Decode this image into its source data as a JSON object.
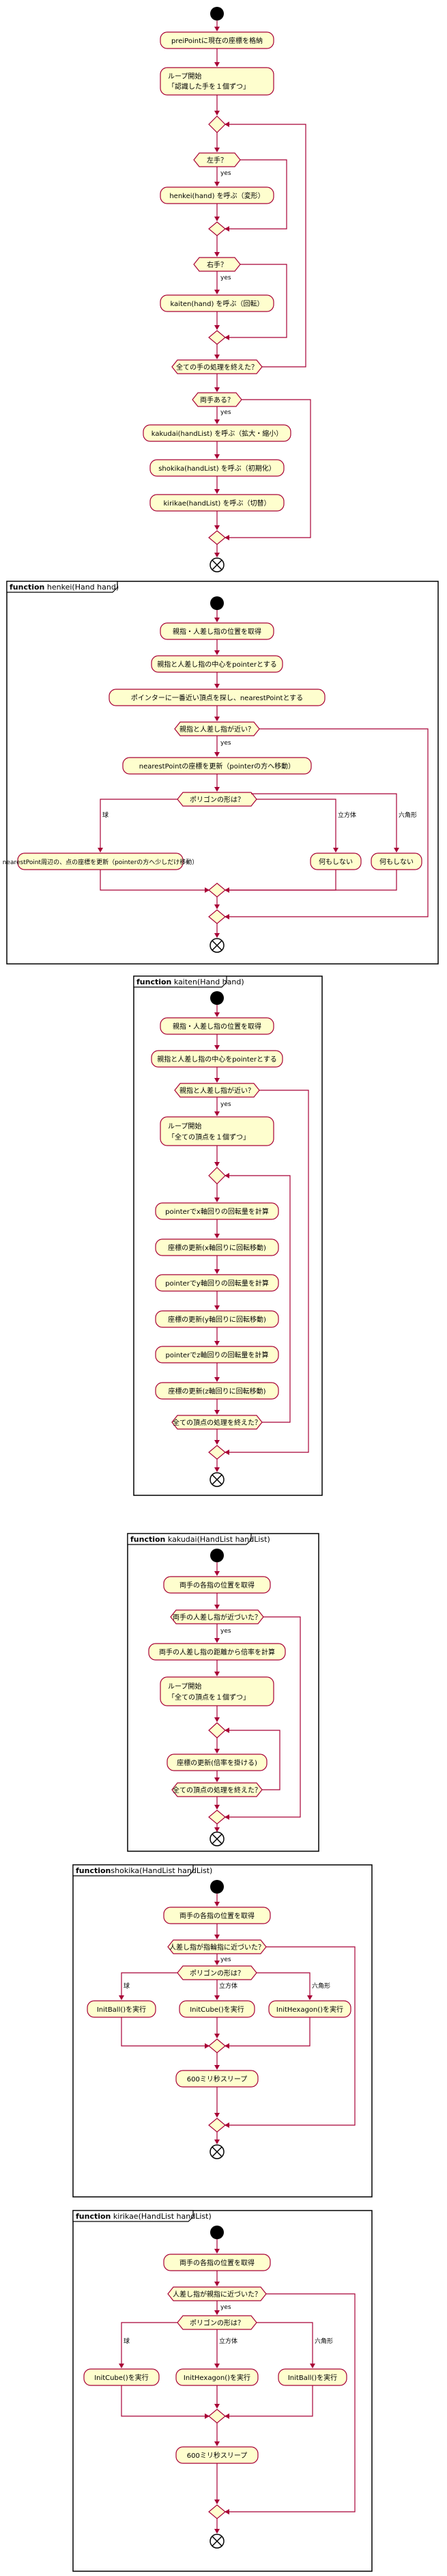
{
  "main": {
    "a1": "preiPointに現在の座標を格納",
    "a2_l1": "ループ開始",
    "a2_l2": "「認識した手を１個ずつ」",
    "c_left": "左手？",
    "c_left_yes": "yes",
    "a3": "henkei(hand) を呼ぶ（変形）",
    "c_right": "右手？",
    "c_right_yes": "yes",
    "a4": "kaiten(hand) を呼ぶ（回転）",
    "c_all": "全ての手の処理を終えた？",
    "c_both": "両手ある？",
    "c_both_yes": "yes",
    "a5": "kakudai(handList) を呼ぶ（拡大・縮小）",
    "a6": "shokika(handList) を呼ぶ（初期化）",
    "a7": "kirikae(handList) を呼ぶ（切替）"
  },
  "henkei": {
    "kw": "function",
    "title": " henkei(Hand hand)",
    "a1": "親指・人差し指の位置を取得",
    "a2": "親指と人差し指の中心をpointerとする",
    "a3": "ポインターに一番近い頂点を探し、nearestPointとする",
    "c1": "親指と人差し指が近い？",
    "c1_yes": "yes",
    "a4": "nearestPointの座標を更新（pointerの方へ移動）",
    "c2": "ポリゴンの形は？",
    "c2_b1": "球",
    "c2_b2": "立方体",
    "c2_b3": "六角形",
    "a5": "nearestPoint周辺の、点の座標を更新（pointerの方へ少しだけ移動）",
    "a6": "何もしない",
    "a7": "何もしない"
  },
  "kaiten": {
    "kw": "function",
    "title": " kaiten(Hand hand)",
    "a1": "親指・人差し指の位置を取得",
    "a2": "親指と人差し指の中心をpointerとする",
    "c1": "親指と人差し指が近い？",
    "c1_yes": "yes",
    "a3_l1": "ループ開始",
    "a3_l2": "「全ての頂点を１個ずつ」",
    "a4": "pointerでx軸回りの回転量を計算",
    "a5": "座標の更新(x軸回りに回転移動)",
    "a6": "pointerでy軸回りの回転量を計算",
    "a7": "座標の更新(y軸回りに回転移動)",
    "a8": "pointerでz軸回りの回転量を計算",
    "a9": "座標の更新(z軸回りに回転移動)",
    "c2": "全ての頂点の処理を終えた？"
  },
  "kakudai": {
    "kw": "function",
    "title": " kakudai(HandList handList)",
    "a1": "両手の各指の位置を取得",
    "c1": "両手の人差し指が近づいた？",
    "c1_yes": "yes",
    "a2": "両手の人差し指の距離から倍率を計算",
    "a3_l1": "ループ開始",
    "a3_l2": "「全ての頂点を１個ずつ」",
    "a4": "座標の更新(倍率を掛ける)",
    "c2": "全ての頂点の処理を終えた？"
  },
  "shokika": {
    "kw": "function",
    "title": "shokika(HandList handList)",
    "a1": "両手の各指の位置を取得",
    "c1": "人差し指が指輪指に近づいた？",
    "c1_yes": "yes",
    "c2": "ポリゴンの形は？",
    "c2_b1": "球",
    "c2_b2": "立方体",
    "c2_b3": "六角形",
    "a2": "InitBall()を実行",
    "a3": "InitCube()を実行",
    "a4": "InitHexagon()を実行",
    "a5": "600ミリ秒スリープ"
  },
  "kirikae": {
    "kw": "function",
    "title": " kirikae(HandList handList)",
    "a1": "両手の各指の位置を取得",
    "c1": "人差し指が親指に近づいた？",
    "c1_yes": "yes",
    "c2": "ポリゴンの形は？",
    "c2_b1": "球",
    "c2_b2": "立方体",
    "c2_b3": "六角形",
    "a2": "InitCube()を実行",
    "a3": "InitHexagon()を実行",
    "a4": "InitBall()を実行",
    "a5": "600ミリ秒スリープ"
  }
}
